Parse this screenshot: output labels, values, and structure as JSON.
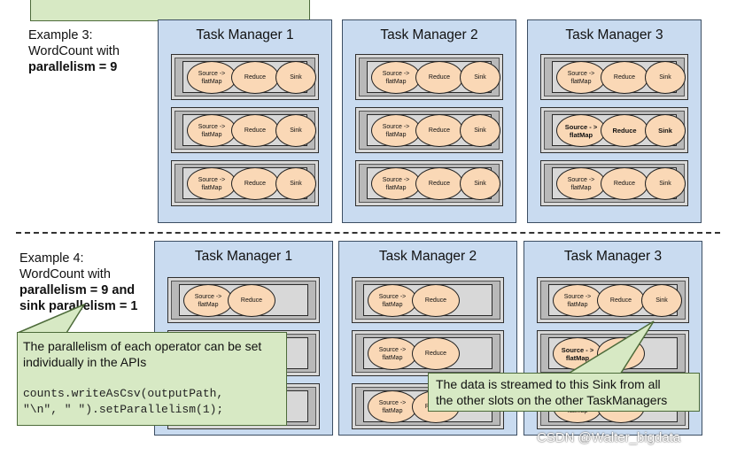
{
  "example3": {
    "label_line1": "Example 3:",
    "label_line2": "WordCount with",
    "label_line3": "parallelism = 9",
    "task_managers": [
      {
        "title": "Task Manager 1",
        "slots": [
          {
            "ops": [
              "Source -> flatMap",
              "Reduce",
              "Sink"
            ],
            "bold": false
          },
          {
            "ops": [
              "Source -> flatMap",
              "Reduce",
              "Sink"
            ],
            "bold": false
          },
          {
            "ops": [
              "Source -> flatMap",
              "Reduce",
              "Sink"
            ],
            "bold": false
          }
        ]
      },
      {
        "title": "Task Manager 2",
        "slots": [
          {
            "ops": [
              "Source -> flatMap",
              "Reduce",
              "Sink"
            ],
            "bold": false
          },
          {
            "ops": [
              "Source -> flatMap",
              "Reduce",
              "Sink"
            ],
            "bold": false
          },
          {
            "ops": [
              "Source -> flatMap",
              "Reduce",
              "Sink"
            ],
            "bold": false
          }
        ]
      },
      {
        "title": "Task Manager 3",
        "slots": [
          {
            "ops": [
              "Source -> flatMap",
              "Reduce",
              "Sink"
            ],
            "bold": false
          },
          {
            "ops": [
              "Source - > flatMap",
              "Reduce",
              "Sink"
            ],
            "bold": true
          },
          {
            "ops": [
              "Source -> flatMap",
              "Reduce",
              "Sink"
            ],
            "bold": false
          }
        ]
      }
    ]
  },
  "example4": {
    "label_line1": "Example 4:",
    "label_line2": "WordCount with",
    "label_line3": "parallelism = 9 and",
    "label_line4": "sink parallelism = 1",
    "task_managers": [
      {
        "title": "Task Manager 1",
        "slots": [
          {
            "ops": [
              "Source -> flatMap",
              "Reduce"
            ],
            "bold": false
          },
          {
            "ops": [],
            "bold": false
          },
          {
            "ops": [],
            "bold": false
          }
        ]
      },
      {
        "title": "Task Manager 2",
        "slots": [
          {
            "ops": [
              "Source -> flatMap",
              "Reduce"
            ],
            "bold": false
          },
          {
            "ops": [
              "Source -> flatMap",
              "Reduce"
            ],
            "bold": false
          },
          {
            "ops": [
              "Source -> flatMap",
              "Reduce"
            ],
            "bold": false
          }
        ]
      },
      {
        "title": "Task Manager 3",
        "slots": [
          {
            "ops": [
              "Source -> flatMap",
              "Reduce",
              "Sink"
            ],
            "bold": false
          },
          {
            "ops": [
              "Source - > flatMap",
              ""
            ],
            "bold": true
          },
          {
            "ops": [
              "Source -> flatMap",
              "Reduce"
            ],
            "bold": false
          }
        ]
      }
    ]
  },
  "callout_left": {
    "text_line1": "The parallelism of each operator can be set",
    "text_line2": "individually in the APIs",
    "code_line1": "counts.writeAsCsv(outputPath,",
    "code_line2": "\"\\n\", \" \").setParallelism(1);"
  },
  "callout_right": {
    "text_line1": "The data is streamed to this Sink from all",
    "text_line2": "the other slots on the other TaskManagers"
  },
  "watermark": "CSDN @Walter_bigdata",
  "colors": {
    "task_manager_fill": "#c9dbf0",
    "operator_fill": "#fad8b6",
    "callout_fill": "#d7e9c4",
    "slot_fill": "#b9b9b9"
  }
}
